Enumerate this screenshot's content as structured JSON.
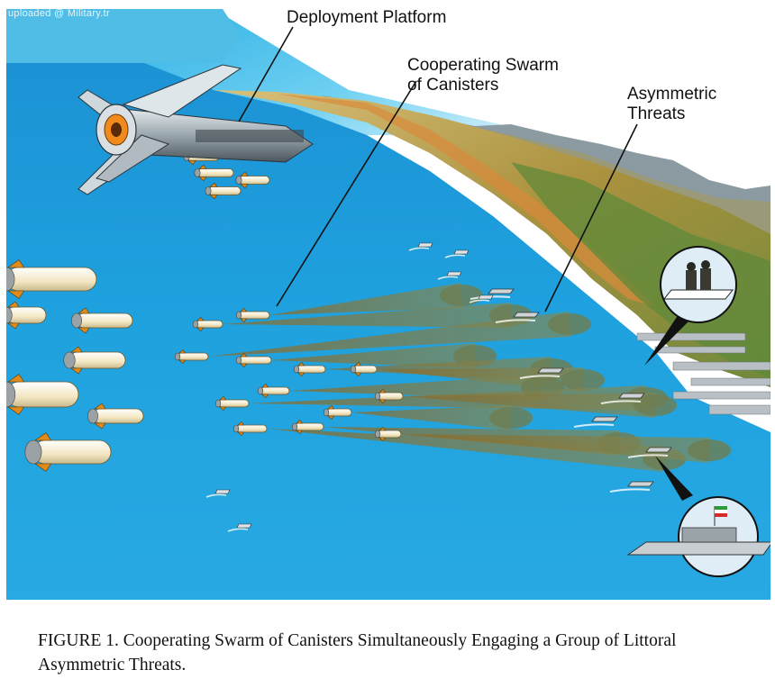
{
  "watermark": "uploaded @ Military.tr",
  "labels": {
    "deployment_platform": "Deployment Platform",
    "swarm": "Cooperating Swarm\nof Canisters",
    "threats": "Asymmetric\nThreats"
  },
  "caption": "FIGURE 1. Cooperating Swarm of Canisters Simultaneously Engaging a Group of Littoral Asymmetric Threats.",
  "colors": {
    "sky": "#2aa8dc",
    "sea": "#1f9fdc",
    "sea_dark": "#0e7fc2",
    "land": "#c9a24a",
    "beam": "#7a7a4a",
    "canister": "#f5ecd0"
  },
  "icons": [
    "aircraft-icon",
    "canister-icon",
    "boat-icon",
    "flag-icon"
  ]
}
